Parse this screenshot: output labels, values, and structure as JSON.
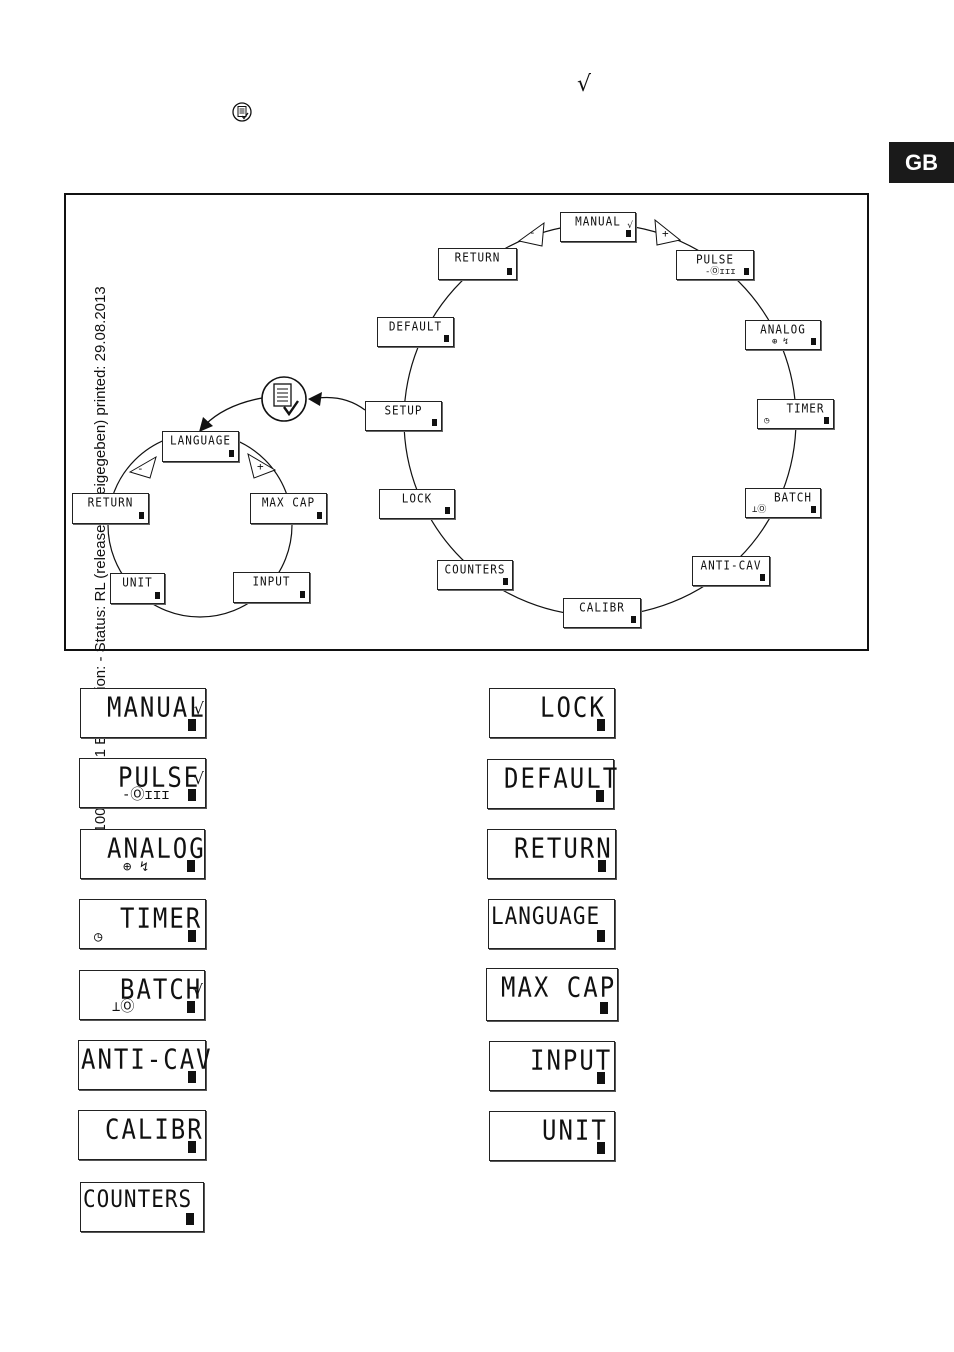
{
  "tab": {
    "label": "GB"
  },
  "header": {
    "check_symbol": "√"
  },
  "side_text": "MAN 1000147461  EN  Version: -  Status: RL (released | freigegeben)  printed: 29.08.2013",
  "diagram": {
    "main_ring": [
      {
        "label": "MANUAL",
        "sub": "",
        "check": "√"
      },
      {
        "label": "PULSE",
        "sub": "-Ⓞɪɪɪ"
      },
      {
        "label": "ANALOG",
        "sub": "⊕ ↯"
      },
      {
        "label": "TIMER",
        "sub": "◷"
      },
      {
        "label": "BATCH",
        "sub": "⊥Ⓞ"
      },
      {
        "label": "ANTI-CAV",
        "sub": ""
      },
      {
        "label": "CALIBR",
        "sub": ""
      },
      {
        "label": "COUNTERS",
        "sub": ""
      },
      {
        "label": "LOCK",
        "sub": ""
      },
      {
        "label": "SETUP",
        "sub": ""
      },
      {
        "label": "DEFAULT",
        "sub": ""
      },
      {
        "label": "RETURN",
        "sub": ""
      }
    ],
    "setup_ring": [
      {
        "label": "LANGUAGE"
      },
      {
        "label": "MAX CAP"
      },
      {
        "label": "INPUT"
      },
      {
        "label": "UNIT"
      },
      {
        "label": "RETURN"
      }
    ],
    "minus": "-",
    "plus": "+"
  },
  "left_list": [
    {
      "label": "MANUAL",
      "sub": "",
      "check": "√"
    },
    {
      "label": "PULSE",
      "sub": "-Ⓞɪɪɪ",
      "check": "√"
    },
    {
      "label": "ANALOG",
      "sub": "⊕  ↯",
      "check": ""
    },
    {
      "label": "TIMER",
      "sub": "◷",
      "check": ""
    },
    {
      "label": "BATCH",
      "sub": "⊥Ⓞ",
      "check": "√"
    },
    {
      "label": "ANTI-CAV",
      "sub": "",
      "check": ""
    },
    {
      "label": "CALIBR",
      "sub": "",
      "check": ""
    },
    {
      "label": "COUNTERS",
      "sub": "",
      "check": ""
    }
  ],
  "right_list": [
    {
      "label": "LOCK"
    },
    {
      "label": "DEFAULT"
    },
    {
      "label": "RETURN"
    },
    {
      "label": "LANGUAGE"
    },
    {
      "label": "MAX CAP"
    },
    {
      "label": "INPUT"
    },
    {
      "label": "UNIT"
    }
  ]
}
